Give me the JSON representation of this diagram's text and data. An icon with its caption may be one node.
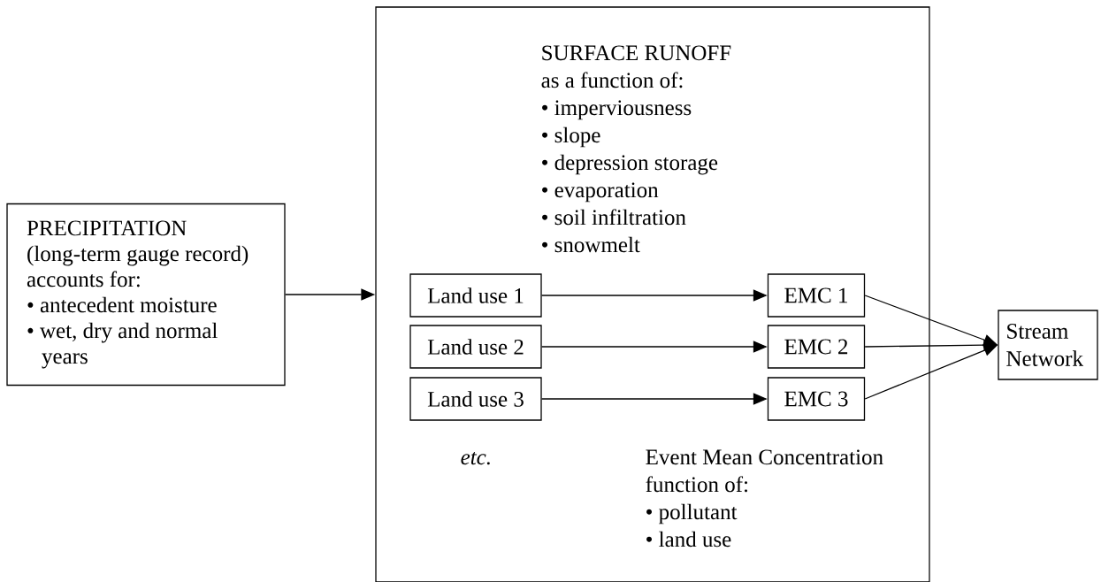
{
  "diagram": {
    "nodes": [
      {
        "text": [
          "PRECIPITATION",
          "(long-term gauge record)",
          "accounts for:",
          "• antecedent moisture",
          "• wet, dry and normal years"
        ]
      },
      {
        "text": [
          "SURFACE RUNOFF",
          "as a function of:",
          "• imperviousness",
          "• slope",
          "• depression storage",
          "• evaporation",
          "• soil infiltration",
          "• snowmelt",
          "etc.",
          "Event Mean Concentration",
          "function of:",
          "• pollutant",
          "• land use"
        ]
      },
      {
        "text": [
          "Land use 1"
        ],
        "in": 1
      },
      {
        "text": [
          "Land use 2"
        ],
        "in": 1
      },
      {
        "text": [
          "Land use 3"
        ],
        "in": 1
      },
      {
        "text": [
          "EMC 1"
        ],
        "in": 1
      },
      {
        "text": [
          "EMC 2"
        ],
        "in": 1
      },
      {
        "text": [
          "EMC 3"
        ],
        "in": 1
      },
      {
        "text": [
          "Stream Network"
        ]
      }
    ],
    "edges": [
      {
        "from": 0,
        "to": 1,
        "arrow": "to"
      },
      {
        "from": 2,
        "to": 5,
        "arrow": "to"
      },
      {
        "from": 3,
        "to": 6,
        "arrow": "to"
      },
      {
        "from": 4,
        "to": 7,
        "arrow": "to"
      },
      {
        "from": 5,
        "to": 8,
        "arrow": "to"
      },
      {
        "from": 6,
        "to": 8,
        "arrow": "to"
      },
      {
        "from": 7,
        "to": 8,
        "arrow": "to"
      }
    ]
  }
}
